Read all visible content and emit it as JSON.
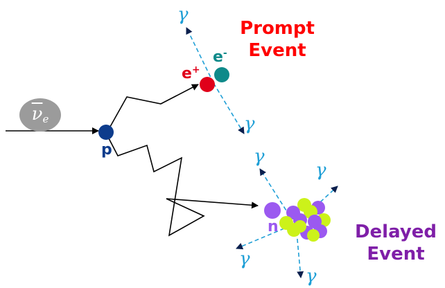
{
  "prompt_event": {
    "line1": "Prompt",
    "line2": "Event",
    "color": "#ff0000"
  },
  "delayed_event": {
    "line1": "Delayed",
    "line2": "Event",
    "color": "#7f1fa8"
  },
  "particles": {
    "antineutrino": {
      "symbol": "ν",
      "subscript": "e"
    },
    "proton": "p",
    "positron": "e",
    "positron_charge": "+",
    "electron": "e",
    "electron_charge": "-",
    "neutron": "n",
    "gamma": "γ"
  },
  "colors": {
    "proton": "#0d3c8c",
    "positron": "#e0001a",
    "electron": "#0f8a8a",
    "neutron": "#9b59f0",
    "nucleus_green": "#ccf21a",
    "gamma_line": "#1f9fd6",
    "track": "#000000",
    "neutrino_bubble": "#9b9b9b"
  }
}
